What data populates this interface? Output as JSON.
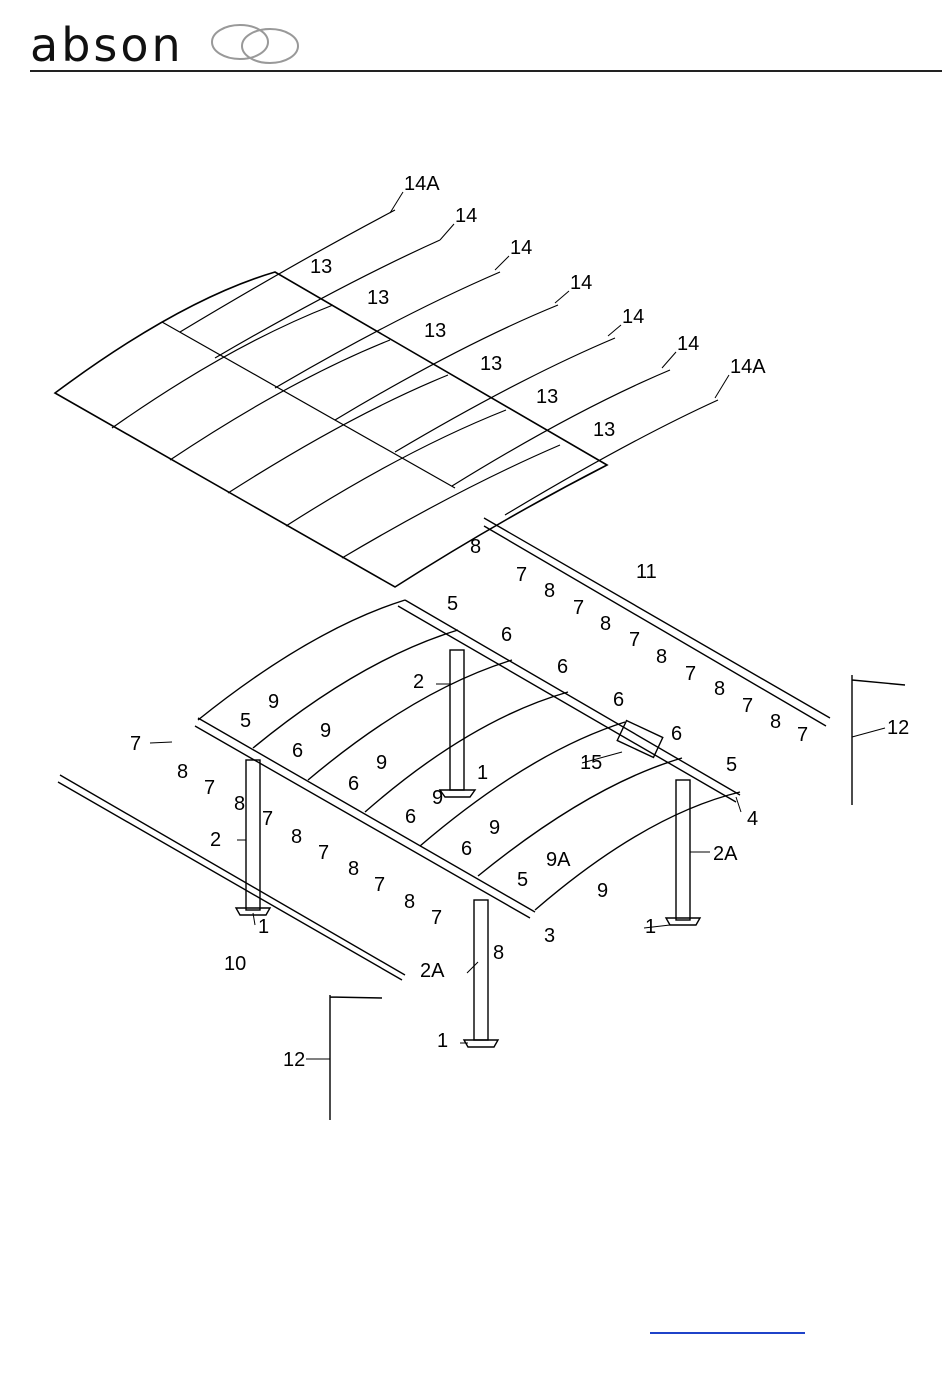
{
  "brand": {
    "name": "abson",
    "logo": "two-overlapping-rings-icon"
  },
  "callouts": [
    {
      "id": "c14A_top",
      "text": "14A"
    },
    {
      "id": "c14_1",
      "text": "14"
    },
    {
      "id": "c14_2",
      "text": "14"
    },
    {
      "id": "c14_3",
      "text": "14"
    },
    {
      "id": "c14_4",
      "text": "14"
    },
    {
      "id": "c14_5",
      "text": "14"
    },
    {
      "id": "c14A_bot",
      "text": "14A"
    },
    {
      "id": "c13_1",
      "text": "13"
    },
    {
      "id": "c13_2",
      "text": "13"
    },
    {
      "id": "c13_3",
      "text": "13"
    },
    {
      "id": "c13_4",
      "text": "13"
    },
    {
      "id": "c13_5",
      "text": "13"
    },
    {
      "id": "c13_6",
      "text": "13"
    },
    {
      "id": "c8_a",
      "text": "8"
    },
    {
      "id": "c11",
      "text": "11"
    },
    {
      "id": "c7_a",
      "text": "7"
    },
    {
      "id": "c8_b",
      "text": "8"
    },
    {
      "id": "c7_b",
      "text": "7"
    },
    {
      "id": "c8_c",
      "text": "8"
    },
    {
      "id": "c7_c",
      "text": "7"
    },
    {
      "id": "c8_d",
      "text": "8"
    },
    {
      "id": "c7_d",
      "text": "7"
    },
    {
      "id": "c8_e",
      "text": "8"
    },
    {
      "id": "c7_e",
      "text": "7"
    },
    {
      "id": "c8_f",
      "text": "8"
    },
    {
      "id": "c7_f",
      "text": "7"
    },
    {
      "id": "c12_r",
      "text": "12"
    },
    {
      "id": "c5_a",
      "text": "5"
    },
    {
      "id": "c6_a",
      "text": "6"
    },
    {
      "id": "c6_b",
      "text": "6"
    },
    {
      "id": "c6_c",
      "text": "6"
    },
    {
      "id": "c6_d",
      "text": "6"
    },
    {
      "id": "c2_a",
      "text": "2"
    },
    {
      "id": "c9_a",
      "text": "9"
    },
    {
      "id": "c5_b",
      "text": "5"
    },
    {
      "id": "c9_b",
      "text": "9"
    },
    {
      "id": "c9_c",
      "text": "9"
    },
    {
      "id": "c1_a",
      "text": "1"
    },
    {
      "id": "c15",
      "text": "15"
    },
    {
      "id": "c5_c",
      "text": "5"
    },
    {
      "id": "c9_d",
      "text": "9"
    },
    {
      "id": "c4",
      "text": "4"
    },
    {
      "id": "c7_g",
      "text": "7"
    },
    {
      "id": "c8_g",
      "text": "8"
    },
    {
      "id": "c7_h",
      "text": "7"
    },
    {
      "id": "c8_h",
      "text": "8"
    },
    {
      "id": "c7_i",
      "text": "7"
    },
    {
      "id": "c6_e",
      "text": "6"
    },
    {
      "id": "c6_f",
      "text": "6"
    },
    {
      "id": "c6_g",
      "text": "6"
    },
    {
      "id": "c6_h",
      "text": "6"
    },
    {
      "id": "c2_b",
      "text": "2"
    },
    {
      "id": "c8_i",
      "text": "8"
    },
    {
      "id": "c7_j",
      "text": "7"
    },
    {
      "id": "c8_j",
      "text": "8"
    },
    {
      "id": "c7_k",
      "text": "7"
    },
    {
      "id": "c8_k",
      "text": "8"
    },
    {
      "id": "c7_l",
      "text": "7"
    },
    {
      "id": "c9_e",
      "text": "9"
    },
    {
      "id": "c9A",
      "text": "9A"
    },
    {
      "id": "c9_f",
      "text": "9"
    },
    {
      "id": "c5_d",
      "text": "5"
    },
    {
      "id": "c2A_r",
      "text": "2A"
    },
    {
      "id": "c1_b",
      "text": "1"
    },
    {
      "id": "c10",
      "text": "10"
    },
    {
      "id": "c3",
      "text": "3"
    },
    {
      "id": "c1_c",
      "text": "1"
    },
    {
      "id": "c8_l",
      "text": "8"
    },
    {
      "id": "c2A_l",
      "text": "2A"
    },
    {
      "id": "c1_d",
      "text": "1"
    },
    {
      "id": "c12_l",
      "text": "12"
    }
  ]
}
